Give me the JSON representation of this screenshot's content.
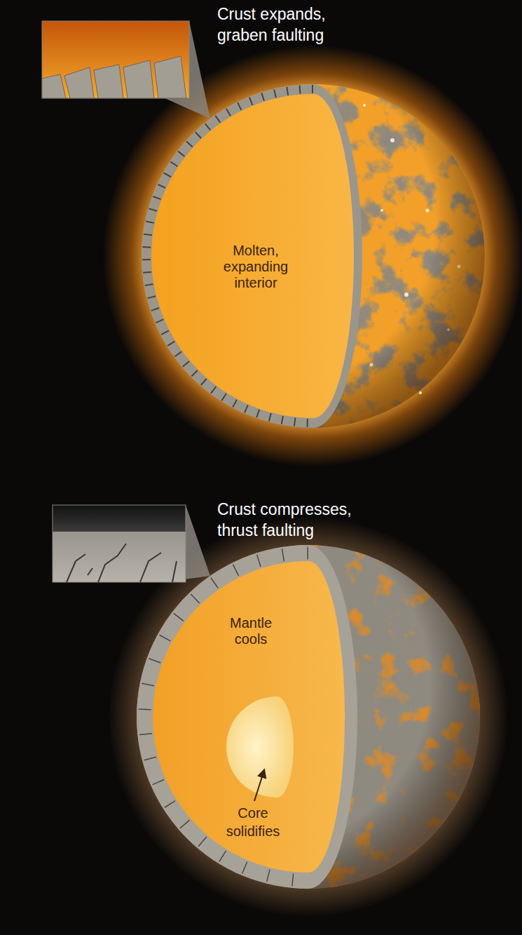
{
  "diagram": {
    "nodes": [
      {
        "text": [
          "Molten, expanding interior"
        ]
      },
      {
        "text": [
          "Mantle cools"
        ]
      }
    ],
    "labels": [
      "Crust expands, graben faulting",
      "Crust compresses, thrust faulting",
      "Core solidifies"
    ]
  }
}
